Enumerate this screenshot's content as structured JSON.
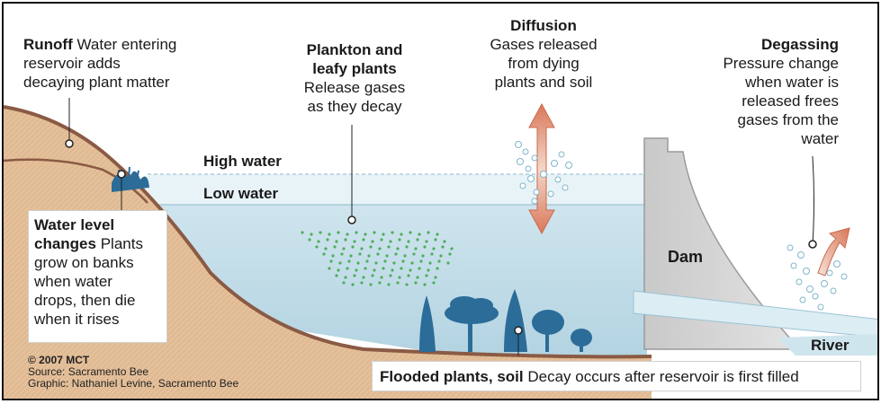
{
  "runoff": {
    "title": "Runoff",
    "line1": "Water entering",
    "line2": "reservoir adds",
    "line3": "decaying plant matter"
  },
  "plankton": {
    "title1": "Plankton and",
    "title2": "leafy plants",
    "line1": "Release gases",
    "line2": "as they decay"
  },
  "diffusion": {
    "title": "Diffusion",
    "line1": "Gases released",
    "line2": "from dying",
    "line3": "plants and soil"
  },
  "degassing": {
    "title": "Degassing",
    "line1": "Pressure change",
    "line2": "when water is",
    "line3": "released frees",
    "line4": "gases from the",
    "line5": "water"
  },
  "water_levels": {
    "high": "High water",
    "low": "Low water"
  },
  "water_level_changes": {
    "title1": "Water level",
    "title2": "changes",
    "line1": " Plants",
    "line2": "grow on banks",
    "line3": "when water",
    "line4": "drops, then die",
    "line5": "when it rises"
  },
  "dam": {
    "label": "Dam"
  },
  "river": {
    "label": "River"
  },
  "flooded": {
    "title": "Flooded plants, soil",
    "text": " Decay occurs after reservoir is first filled"
  },
  "credits": {
    "copyright": "© 2007 MCT",
    "source": "Source: Sacramento Bee",
    "graphic": "Graphic: Nathaniel Levine, Sacramento Bee"
  },
  "colors": {
    "ground": "#e6c29b",
    "water_light": "#dcedf4",
    "water_dark": "#b8d7e4",
    "trees": "#2b6c99",
    "dam": "#d6d6d6",
    "arrow": "#d9856a"
  }
}
